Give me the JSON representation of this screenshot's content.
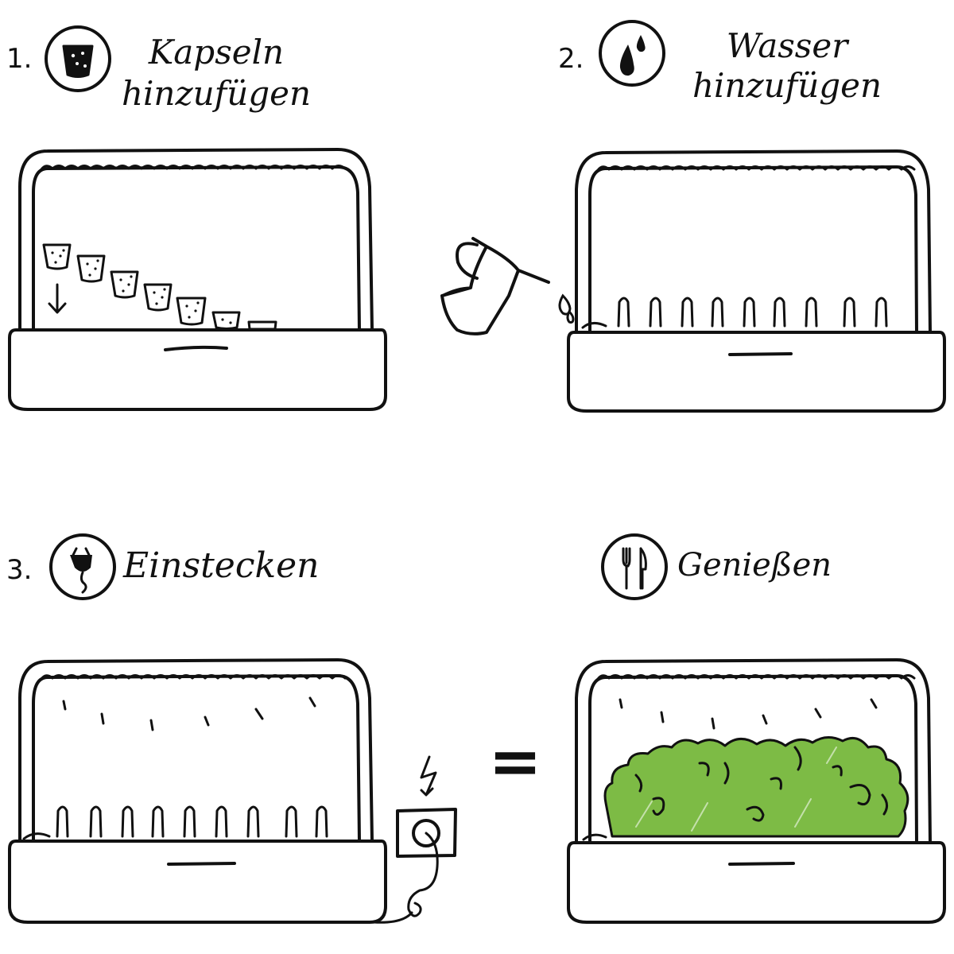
{
  "steps": [
    {
      "number": "1.",
      "title_line1": "Kapseln",
      "title_line2": "hinzufügen",
      "icon": "capsule-icon"
    },
    {
      "number": "2.",
      "title_line1": "Wasser",
      "title_line2": "hinzufügen",
      "icon": "water-drops-icon"
    },
    {
      "number": "3.",
      "title_line1": "Einstecken",
      "icon": "plug-icon"
    },
    {
      "number": "",
      "title_line1": "Genießen",
      "icon": "cutlery-icon"
    }
  ],
  "equals_sign": "=",
  "colors": {
    "ink": "#111111",
    "greens": "#7dbb45",
    "background": "#ffffff"
  },
  "icons": [
    "capsule-icon",
    "water-drops-icon",
    "plug-icon",
    "cutlery-icon",
    "watering-can-icon",
    "power-outlet-icon",
    "lightning-icon",
    "arrow-down-icon"
  ]
}
